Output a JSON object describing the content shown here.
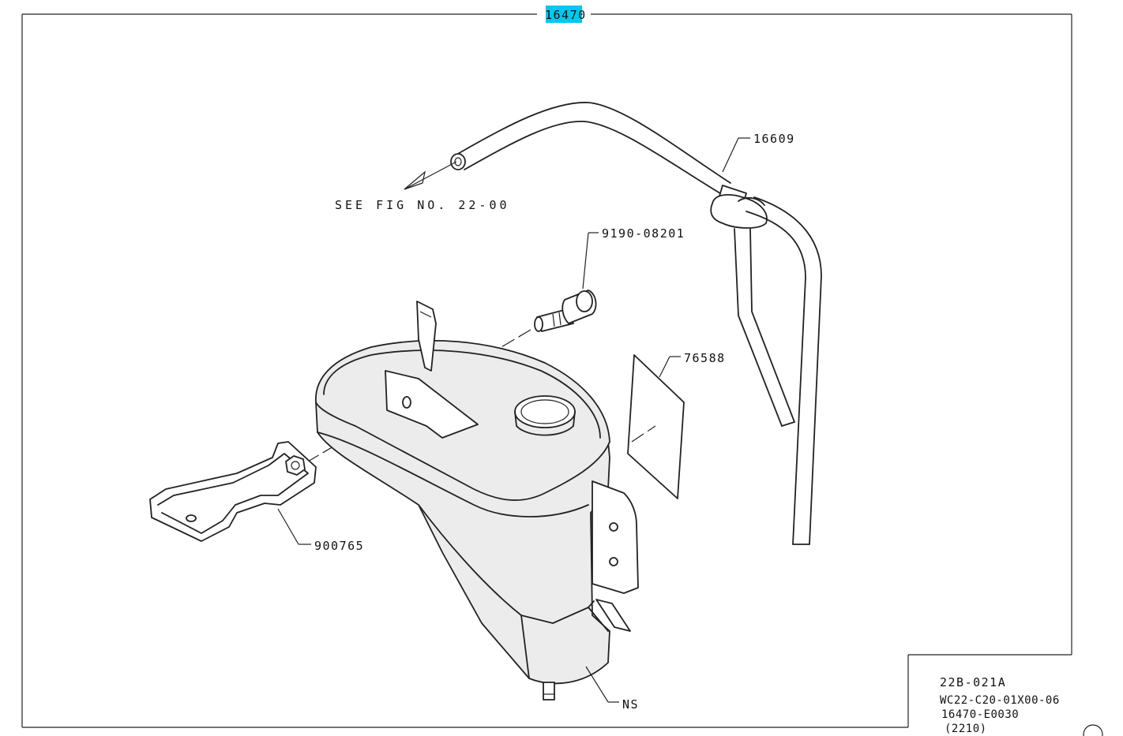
{
  "diagram": {
    "group_code": "16470",
    "reference_note": "SEE FIG NO. 22-00",
    "parts": [
      {
        "number": "16609"
      },
      {
        "number": "9190-08201"
      },
      {
        "number": "76588"
      },
      {
        "number": "900765"
      },
      {
        "number": "NS"
      }
    ],
    "title_block": {
      "line1": "22B-021A",
      "line2": "WC22-C20-01X00-06",
      "line3": "16470-E0030",
      "line4": "(2210)"
    },
    "highlight_color": "#00c8f0"
  }
}
